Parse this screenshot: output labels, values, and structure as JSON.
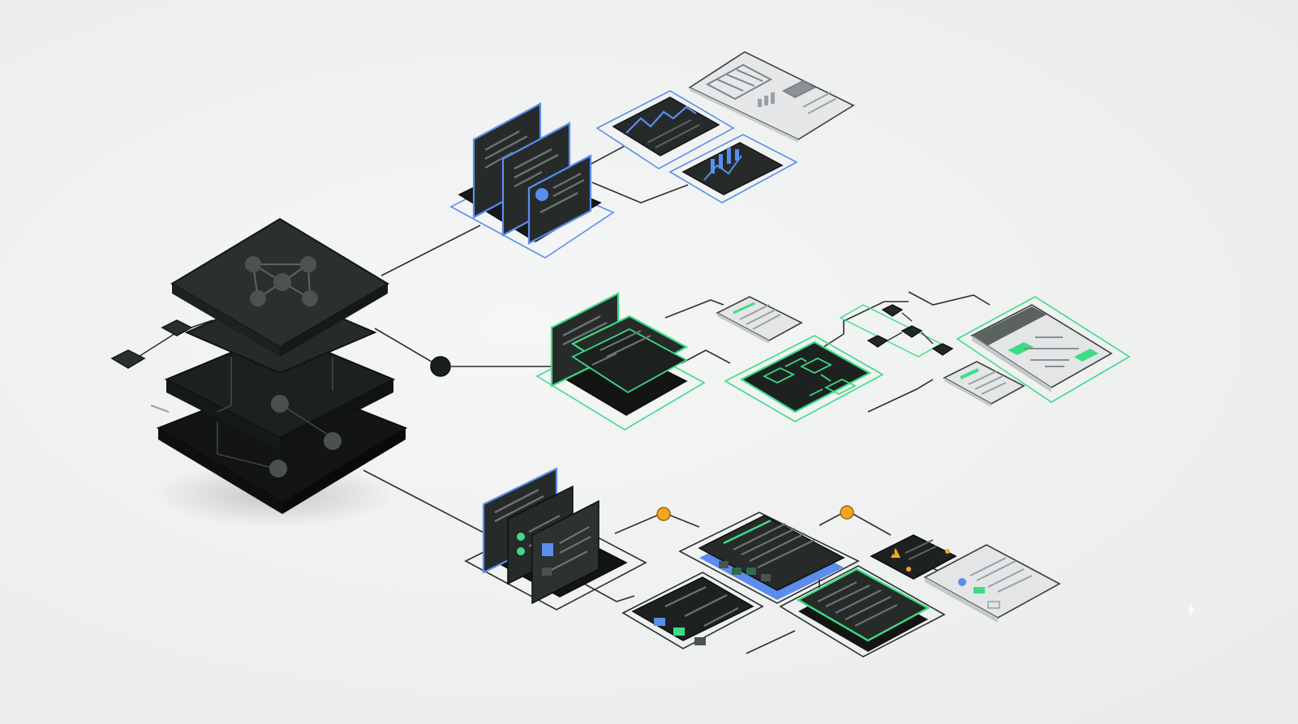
{
  "colors": {
    "background": "#eff1f1",
    "dark_panel": "#232826",
    "dark_edge": "#141716",
    "line": "#2b2f2e",
    "accent_blue": "#5b8def",
    "accent_green": "#3ddc84",
    "accent_orange": "#f5a623",
    "paper": "#e3e5e6",
    "paper_line": "#9aa0a3"
  },
  "nodes": [
    {
      "id": "core-stack",
      "icon": "network-graph-icon",
      "accent": "none"
    },
    {
      "id": "blue-document-stack",
      "icon": "document-stack-icon",
      "accent": "blue"
    },
    {
      "id": "line-chart-panel",
      "icon": "line-chart-icon",
      "accent": "blue"
    },
    {
      "id": "bar-chart-panel",
      "icon": "bar-chart-icon",
      "accent": "blue"
    },
    {
      "id": "analytics-report",
      "icon": "report-page-icon",
      "accent": "none"
    },
    {
      "id": "green-document-stack",
      "icon": "document-stack-icon",
      "accent": "green"
    },
    {
      "id": "workflow-panel",
      "icon": "workflow-icon",
      "accent": "green"
    },
    {
      "id": "sequence-diagram-page",
      "icon": "sequence-diagram-icon",
      "accent": "green"
    },
    {
      "id": "checklist-stack",
      "icon": "checklist-icon",
      "accent": "blue"
    },
    {
      "id": "task-list-panel",
      "icon": "task-list-icon",
      "accent": "blue"
    },
    {
      "id": "warning-card",
      "icon": "warning-icon",
      "accent": "orange"
    },
    {
      "id": "code-panel",
      "icon": "code-panel-icon",
      "accent": "green"
    }
  ]
}
